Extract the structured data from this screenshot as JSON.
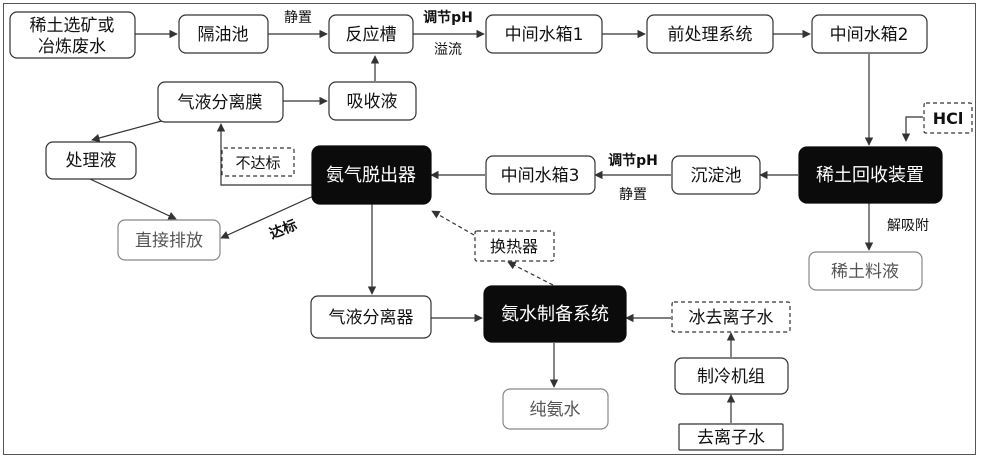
{
  "nodes": {
    "raw_wastewater_l1": "稀土选矿或",
    "raw_wastewater_l2": "冶炼废水",
    "oil_separator": "隔油池",
    "reaction_tank": "反应槽",
    "mid_tank_1": "中间水箱1",
    "pretreatment": "前处理系统",
    "mid_tank_2": "中间水箱2",
    "absorption_liquid": "吸收液",
    "gas_liquid_membrane": "气液分离膜",
    "treated_liquid": "处理液",
    "direct_discharge": "直接排放",
    "substandard": "不达标",
    "ammonia_stripper": "氨气脱出器",
    "mid_tank_3": "中间水箱3",
    "sediment_tank": "沉淀池",
    "rare_earth_recovery": "稀土回收装置",
    "hcl": "HCl",
    "rare_earth_liquid": "稀土料液",
    "heat_exchanger": "换热器",
    "gas_liquid_separator": "气液分离器",
    "ammonia_water_system": "氨水制备系统",
    "ice_deionized_water": "冰去离子水",
    "chiller": "制冷机组",
    "deionized_water": "去离子水",
    "pure_ammonia_water": "纯氨水"
  },
  "labels": {
    "settle_1": "静置",
    "adjust_ph_1": "调节pH",
    "overflow": "溢流",
    "adjust_ph_2": "调节pH",
    "settle_2": "静置",
    "desorption": "解吸附",
    "up_to_standard": "达标"
  },
  "colors": {
    "dark_box": "#0b0b0b",
    "line": "#333333"
  }
}
